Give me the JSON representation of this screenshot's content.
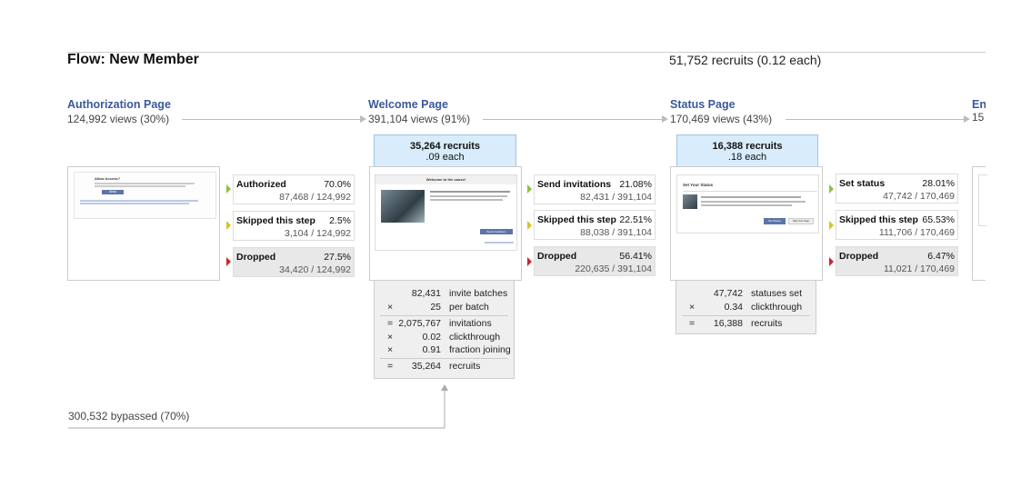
{
  "flow": {
    "title": "Flow: New Member",
    "total": "51,752 recruits (0.12 each)"
  },
  "steps": [
    {
      "name": "Authorization Page",
      "views": "124,992 views (30%)"
    },
    {
      "name": "Welcome Page",
      "views": "391,104 views (91%)"
    },
    {
      "name": "Status Page",
      "views": "170,469 views (43%)"
    },
    {
      "name": "En",
      "views": "15"
    }
  ],
  "recruits": [
    {
      "count": "35,264 recruits",
      "each": ".09 each"
    },
    {
      "count": "16,388 recruits",
      "each": ".18 each"
    }
  ],
  "thumbnails": {
    "auth": {
      "title": "Allow Access?",
      "button": "Allow"
    },
    "welcome": {
      "title": "Welcome to the cause!",
      "button": "Send Invitations"
    },
    "status": {
      "title": "Set Your Status",
      "button1": "Set Status",
      "button2": "Skip this Step"
    }
  },
  "outcomes": {
    "auth": [
      {
        "label": "Authorized",
        "pct": "70.0%",
        "count": "87,468 / 124,992",
        "color": "#8ac43f"
      },
      {
        "label": "Skipped this step",
        "pct": "2.5%",
        "count": "3,104 / 124,992",
        "color": "#d8c323"
      },
      {
        "label": "Dropped",
        "pct": "27.5%",
        "count": "34,420 / 124,992",
        "color": "#c8282c"
      }
    ],
    "welcome": [
      {
        "label": "Send invitations",
        "pct": "21.08%",
        "count": "82,431 / 391,104",
        "color": "#8ac43f"
      },
      {
        "label": "Skipped this step",
        "pct": "22.51%",
        "count": "88,038 / 391,104",
        "color": "#d8c323"
      },
      {
        "label": "Dropped",
        "pct": "56.41%",
        "count": "220,635 / 391,104",
        "color": "#c8282c"
      }
    ],
    "status": [
      {
        "label": "Set status",
        "pct": "28.01%",
        "count": "47,742 / 170,469",
        "color": "#8ac43f"
      },
      {
        "label": "Skipped this step",
        "pct": "65.53%",
        "count": "111,706 / 170,469",
        "color": "#d8c323"
      },
      {
        "label": "Dropped",
        "pct": "6.47%",
        "count": "11,021 / 170,469",
        "color": "#c8282c"
      }
    ]
  },
  "calc_welcome": [
    {
      "op": "",
      "value": "82,431",
      "text": "invite batches"
    },
    {
      "op": "×",
      "value": "25",
      "text": "per batch"
    },
    {
      "op": "=",
      "value": "2,075,767",
      "text": "invitations"
    },
    {
      "op": "×",
      "value": "0.02",
      "text": "clickthrough"
    },
    {
      "op": "×",
      "value": "0.91",
      "text": "fraction joining"
    },
    {
      "op": "=",
      "value": "35,264",
      "text": "recruits"
    }
  ],
  "calc_status": [
    {
      "op": "",
      "value": "47,742",
      "text": "statuses set"
    },
    {
      "op": "×",
      "value": "0.34",
      "text": "clickthrough"
    },
    {
      "op": "=",
      "value": "16,388",
      "text": "recruits"
    }
  ],
  "bypass": "300,532 bypassed (70%)"
}
